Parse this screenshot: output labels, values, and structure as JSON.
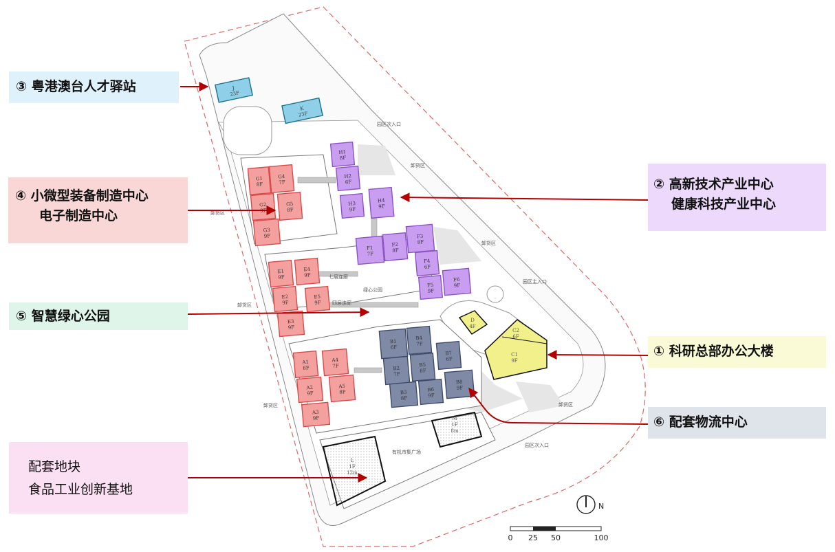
{
  "colors": {
    "red_block": "#f4a09e",
    "red_stroke": "#d84a4a",
    "purple_block": "#c99ef0",
    "purple_stroke": "#8a52c4",
    "navy_block": "#7e8aa6",
    "navy_stroke": "#3f4b6a",
    "blue_block": "#8fd0e8",
    "yellow_block": "#f2f08a",
    "arrow": "#b30000",
    "label_blue": "#dff1fb",
    "label_red": "#f9d7d7",
    "label_green": "#dff5ea",
    "label_purple": "#ecd9fb",
    "label_yellow": "#fbfad6",
    "label_grey": "#dfe3ea",
    "label_pink": "#fbe0f3"
  },
  "labels": {
    "talent_station": {
      "num": "③",
      "text": "粤港澳台人才驿站"
    },
    "micro_equipment": {
      "num": "④",
      "line1": "小微型装备制造中心",
      "line2": "电子制造中心"
    },
    "green_park": {
      "num": "⑤",
      "text": "智慧绿心公园"
    },
    "hightech": {
      "num": "②",
      "line1": "高新技术产业中心",
      "line2": "健康科技产业中心"
    },
    "research_hq": {
      "num": "①",
      "text": "科研总部办公大楼"
    },
    "logistics": {
      "num": "⑥",
      "text": "配套物流中心"
    },
    "food_base": {
      "line1": "配套地块",
      "line2": "食品工业创新基地"
    }
  },
  "blocks": {
    "J": [
      "J",
      "23F"
    ],
    "K": [
      "K",
      "23F"
    ],
    "G1": [
      "G1",
      "8F"
    ],
    "G4": [
      "G4",
      "7F"
    ],
    "G2": [
      "G2",
      "9F"
    ],
    "G5": [
      "G5",
      "8F"
    ],
    "G3": [
      "G3",
      "9F"
    ],
    "E1": [
      "E1",
      "9F"
    ],
    "E4": [
      "E4",
      "9F"
    ],
    "E2": [
      "E2",
      "9F"
    ],
    "E5": [
      "E5",
      "9F"
    ],
    "E3": [
      "E3",
      "9F"
    ],
    "A1": [
      "A1",
      "8F"
    ],
    "A4": [
      "A4",
      "7F"
    ],
    "A2": [
      "A2",
      "9F"
    ],
    "A5": [
      "A5",
      "8F"
    ],
    "A3": [
      "A3",
      "9F"
    ],
    "H1": [
      "H1",
      "8F"
    ],
    "H2": [
      "H2",
      "6F"
    ],
    "H3": [
      "H3",
      "9F"
    ],
    "H4": [
      "H4",
      "9F"
    ],
    "F1": [
      "F1",
      "7F"
    ],
    "F2": [
      "F2",
      "8F"
    ],
    "F3": [
      "F3",
      "8F"
    ],
    "F4": [
      "F4",
      "6F"
    ],
    "F5": [
      "F5",
      "9F"
    ],
    "F6": [
      "F6",
      "9F"
    ],
    "B1": [
      "B1",
      "6F"
    ],
    "B4": [
      "B4",
      "7F"
    ],
    "B2": [
      "B2",
      "7F"
    ],
    "B5": [
      "B5",
      "8F"
    ],
    "B7": [
      "B7",
      "6F"
    ],
    "B3": [
      "B3",
      "8F"
    ],
    "B6": [
      "B6",
      "9F"
    ],
    "B8": [
      "B8",
      "9F"
    ],
    "C1": [
      "C1",
      "9F"
    ],
    "C2": [
      "C2",
      "6F"
    ],
    "D": [
      "D",
      "4F"
    ],
    "L": [
      "L",
      "1F",
      "12m"
    ],
    "M": [
      "M",
      "1F",
      "8m"
    ]
  },
  "site_notes": {
    "secondary_entrance_top": "园区次入口",
    "main_entrance": "园区主入口",
    "secondary_entrance_bottom": "园区次入口",
    "unloading": "卸货区",
    "green_park_center": "绿心公园",
    "corridor_7f": "七层连廊",
    "corridor_4f": "四层连廊",
    "market_plaza": "有机市集广场"
  },
  "compass": {
    "north": "N"
  },
  "scale_bar": {
    "ticks": [
      "0",
      "25",
      "50",
      "100"
    ]
  }
}
